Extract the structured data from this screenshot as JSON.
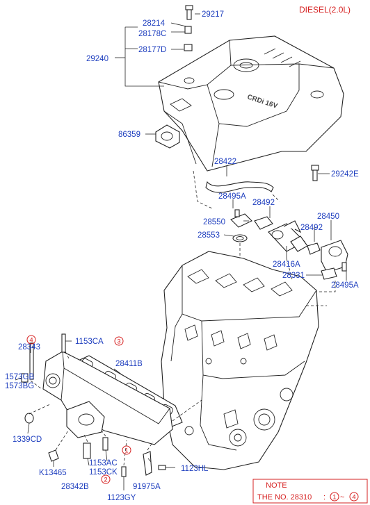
{
  "header": {
    "variant": "DIESEL(2.0L)"
  },
  "cover_text": "CRDi 16V",
  "note": {
    "title": "NOTE",
    "text": "THE NO. 28310",
    "circled_start": "1",
    "circled_end": "4",
    "range_sep": "~"
  },
  "parts": {
    "p28214": "28214",
    "p29217": "29217",
    "p28178C": "28178C",
    "p28177D": "28177D",
    "p29240": "29240",
    "p86359": "86359",
    "p28422": "28422",
    "p29242E": "29242E",
    "p28495A_top": "28495A",
    "p28492_left": "28492",
    "p28550": "28550",
    "p28553": "28553",
    "p28450": "28450",
    "p28492_right": "28492",
    "p28416A": "28416A",
    "p28331": "28331",
    "p28495A_right": "28495A",
    "p28343": "28343",
    "p1153CA": "1153CA",
    "p28411B": "28411B",
    "p1573GB": "1573GB",
    "p1573BG": "1573BG",
    "p1339CD": "1339CD",
    "p1153AC": "1153AC",
    "p1153CK": "1153CK",
    "p1123HL": "1123HL",
    "p91975A": "91975A",
    "pK13465": "K13465",
    "p28342B": "28342B",
    "p1123GY": "1123GY"
  },
  "callouts": {
    "c1": "1",
    "c2": "2",
    "c3": "3",
    "c4": "4"
  },
  "colors": {
    "label": "#1f3fbf",
    "note": "#d62020",
    "line": "#222222"
  }
}
